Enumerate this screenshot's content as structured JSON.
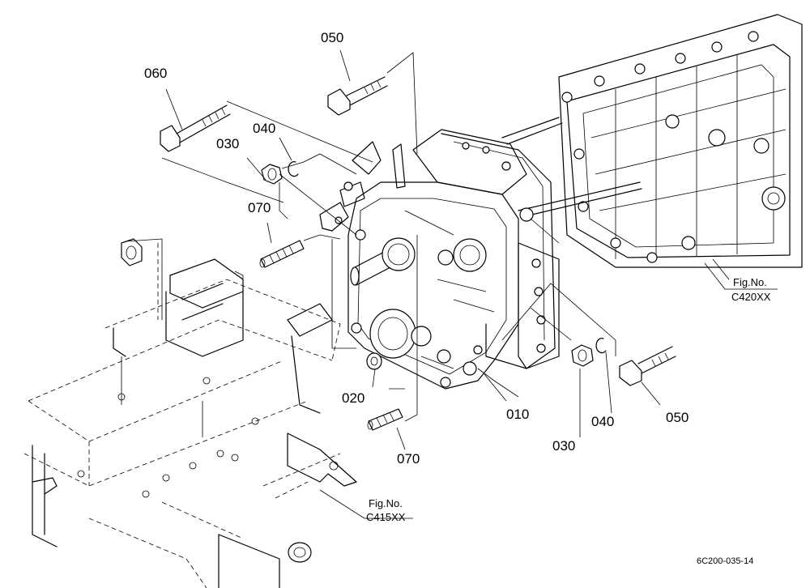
{
  "parts": {
    "p060": "060",
    "p050_top": "050",
    "p040_top": "040",
    "p030_top": "030",
    "p070_top": "070",
    "p020": "020",
    "p010": "010",
    "p070_bottom": "070",
    "p030_right": "030",
    "p040_right": "040",
    "p050_right": "050"
  },
  "refs": {
    "fig_right_line1": "Fig.No.",
    "fig_right_line2": "C420XX",
    "fig_bottom_line1": "Fig.No.",
    "fig_bottom_line2": "C415XX"
  },
  "drawing_code": "6C200-035-14"
}
